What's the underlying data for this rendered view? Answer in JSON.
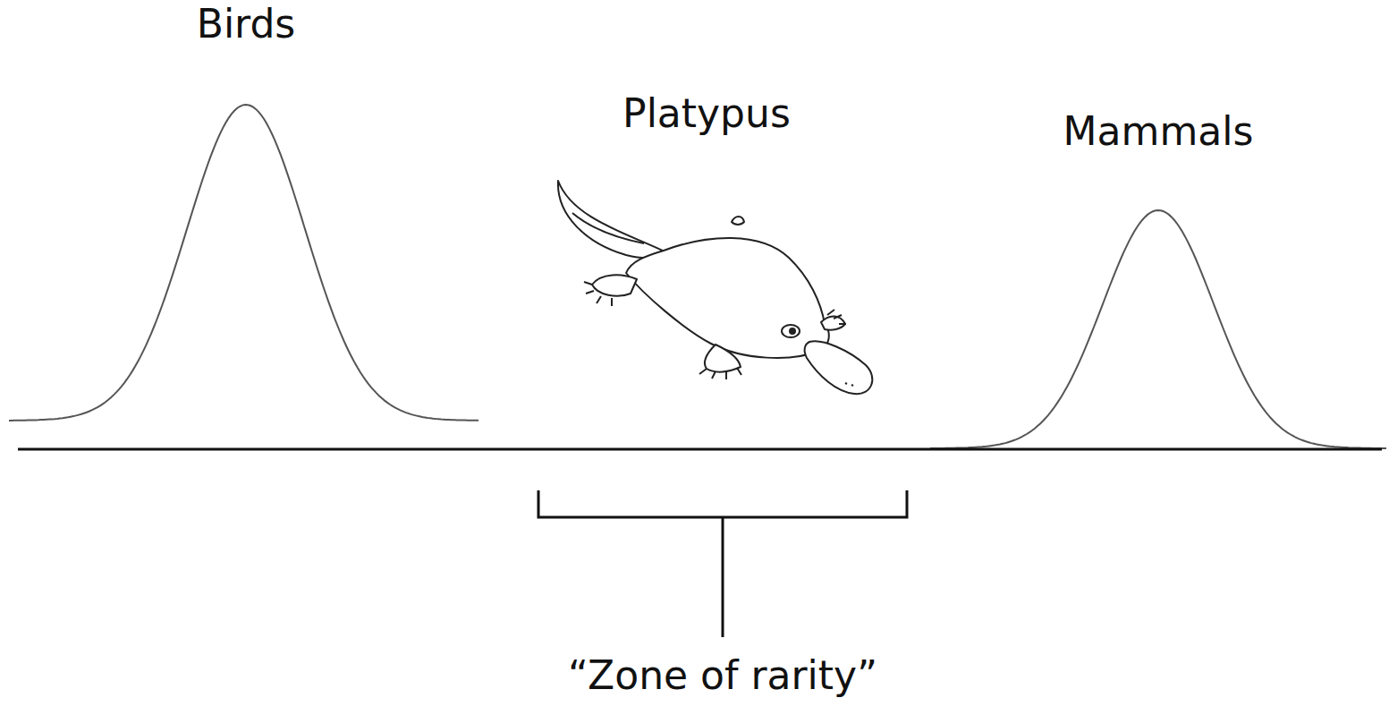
{
  "diagram": {
    "labels": [
      "Birds",
      "Platypus",
      "Mammals",
      "“Zone of rarity”"
    ]
  }
}
